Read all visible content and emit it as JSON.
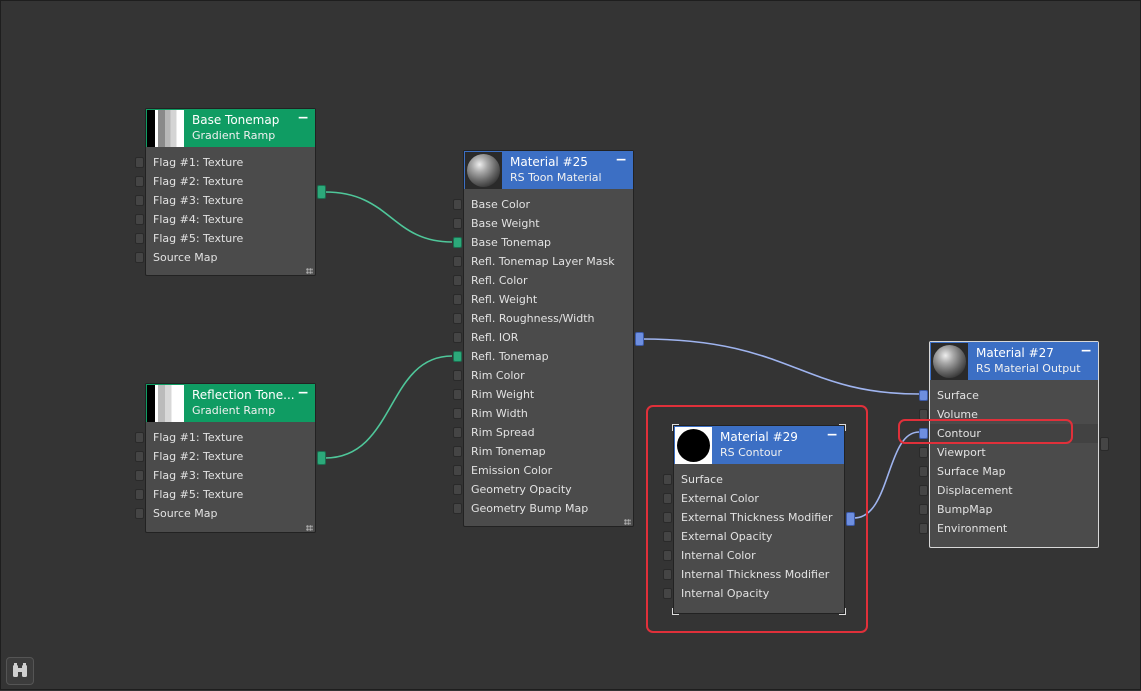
{
  "nodes": {
    "base_tonemap": {
      "title": "Base Tonemap",
      "subtitle": "Gradient Ramp",
      "ports": [
        "Flag #1: Texture",
        "Flag #2: Texture",
        "Flag #3: Texture",
        "Flag #4: Texture",
        "Flag #5: Texture",
        "Source Map"
      ]
    },
    "reflection_tonemap": {
      "title": "Reflection Tone...",
      "subtitle": "Gradient Ramp",
      "ports": [
        "Flag #1: Texture",
        "Flag #2: Texture",
        "Flag #3: Texture",
        "Flag #5: Texture",
        "Source Map"
      ]
    },
    "material25": {
      "title": "Material #25",
      "subtitle": "RS Toon Material",
      "ports": [
        "Base Color",
        "Base Weight",
        "Base Tonemap",
        "Refl. Tonemap Layer Mask",
        "Refl. Color",
        "Refl. Weight",
        "Refl. Roughness/Width",
        "Refl. IOR",
        "Refl. Tonemap",
        "Rim Color",
        "Rim Weight",
        "Rim Width",
        "Rim Spread",
        "Rim Tonemap",
        "Emission Color",
        "Geometry Opacity",
        "Geometry Bump Map"
      ]
    },
    "material29": {
      "title": "Material #29",
      "subtitle": "RS Contour",
      "ports": [
        "Surface",
        "External Color",
        "External Thickness Modifier",
        "External Opacity",
        "Internal Color",
        "Internal Thickness Modifier",
        "Internal Opacity"
      ]
    },
    "material27": {
      "title": "Material #27",
      "subtitle": "RS Material Output",
      "ports": [
        "Surface",
        "Volume",
        "Contour",
        "Viewport",
        "Surface Map",
        "Displacement",
        "BumpMap",
        "Environment"
      ]
    }
  },
  "collapse_symbol": "−",
  "colors": {
    "background": "#343434",
    "node_body": "#4b4b4b",
    "header_green": "#0f9c63",
    "header_blue": "#3c6fc4",
    "wire_green": "#4fc79a",
    "wire_blue": "#9fb4ef",
    "highlight": "#e0303a"
  },
  "icons": {
    "gradient_thumb": "gradient-ramp-preview",
    "material_thumb": "sphere-preview",
    "contour_thumb": "black-sphere-preview",
    "search": "binoculars-icon"
  }
}
